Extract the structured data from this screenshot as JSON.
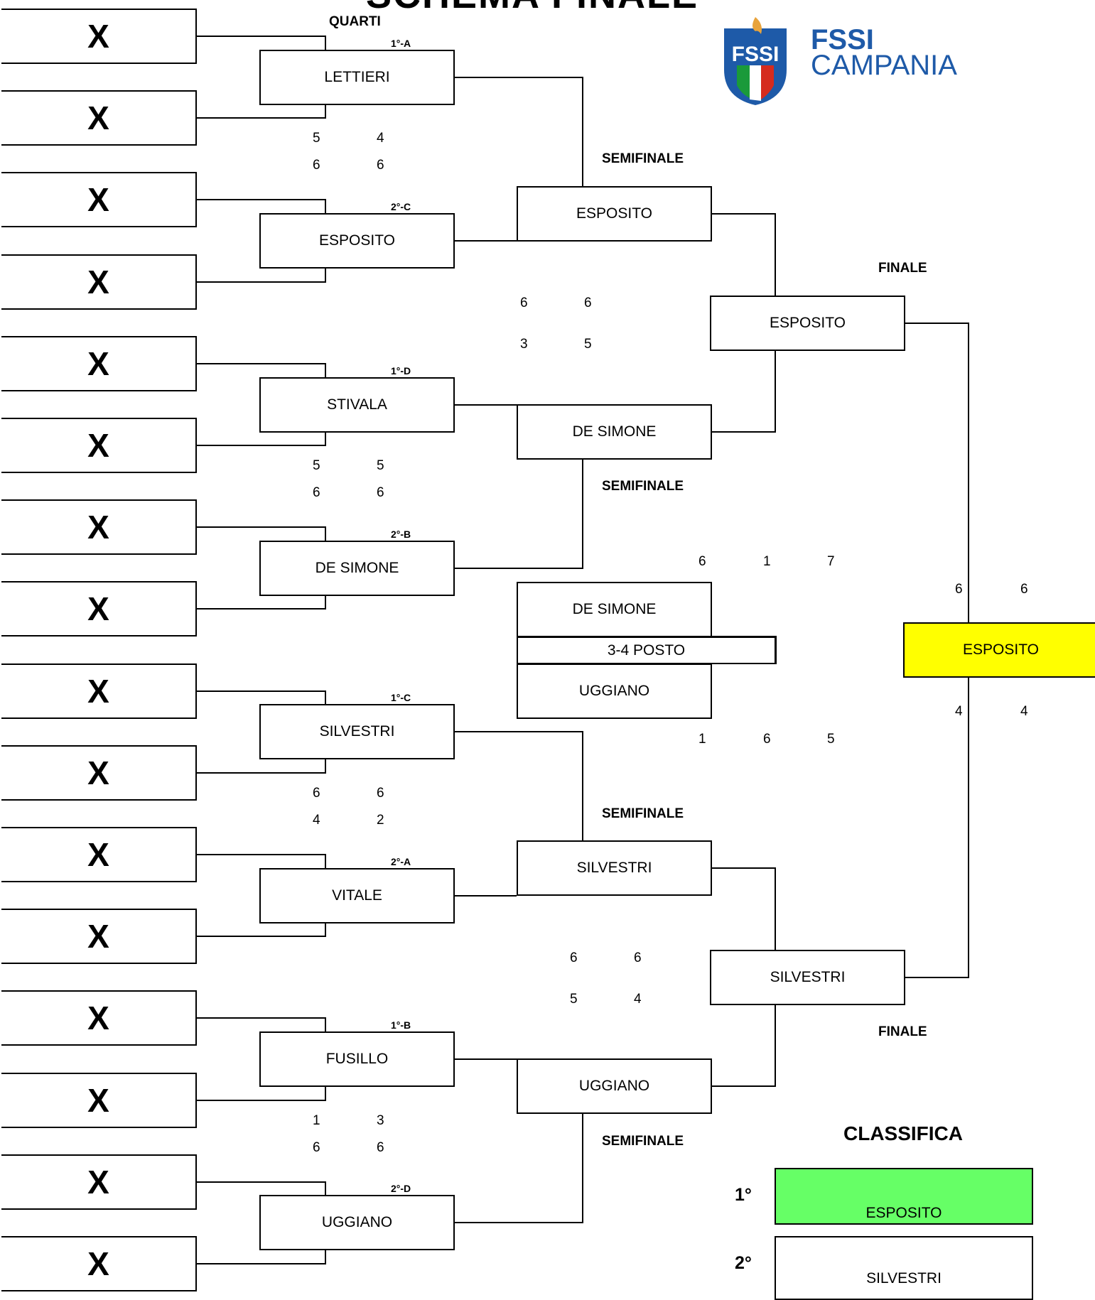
{
  "header": {
    "title": "SCHEMA FINALE",
    "logo_text_top": "FSSI",
    "logo_text_bottom": "CAMPANIA",
    "logo_shield_text": "FSSI"
  },
  "round_labels": {
    "quarti": "QUARTI",
    "semifinale": "SEMIFINALE",
    "finale": "FINALE",
    "third_place": "3-4 POSTO",
    "classifica": "CLASSIFICA"
  },
  "first_round": [
    "X",
    "X",
    "X",
    "X",
    "X",
    "X",
    "X",
    "X",
    "X",
    "X",
    "X",
    "X",
    "X",
    "X",
    "X",
    "X"
  ],
  "quarterfinals": [
    {
      "seed": "1°-A",
      "name": "LETTIERI"
    },
    {
      "seed": "2°-C",
      "name": "ESPOSITO"
    },
    {
      "seed": "1°-D",
      "name": "STIVALA"
    },
    {
      "seed": "2°-B",
      "name": "DE SIMONE"
    },
    {
      "seed": "1°-C",
      "name": "SILVESTRI"
    },
    {
      "seed": "2°-A",
      "name": "VITALE"
    },
    {
      "seed": "1°-B",
      "name": "FUSILLO"
    },
    {
      "seed": "2°-D",
      "name": "UGGIANO"
    }
  ],
  "quarter_scores": [
    {
      "a": [
        "5",
        "4"
      ],
      "b": [
        "6",
        "6"
      ]
    },
    {
      "a": [
        "5",
        "5"
      ],
      "b": [
        "6",
        "6"
      ]
    },
    {
      "a": [
        "6",
        "6"
      ],
      "b": [
        "4",
        "2"
      ]
    },
    {
      "a": [
        "1",
        "3"
      ],
      "b": [
        "6",
        "6"
      ]
    }
  ],
  "semifinals": [
    "ESPOSITO",
    "DE SIMONE",
    "SILVESTRI",
    "UGGIANO"
  ],
  "semi_scores": [
    {
      "a": [
        "6",
        "6"
      ],
      "b": [
        "3",
        "5"
      ]
    },
    {
      "a": [
        "6",
        "6"
      ],
      "b": [
        "5",
        "4"
      ]
    }
  ],
  "finals": [
    "ESPOSITO",
    "SILVESTRI"
  ],
  "final_scores": {
    "top": [
      "6",
      "6"
    ],
    "bottom": [
      "4",
      "4"
    ]
  },
  "champion": "ESPOSITO",
  "third_place": {
    "player_a": "DE SIMONE",
    "player_b": "UGGIANO",
    "scores_a": [
      "6",
      "1",
      "7"
    ],
    "scores_b": [
      "1",
      "6",
      "5"
    ]
  },
  "classifica": [
    {
      "pos": "1°",
      "name": "ESPOSITO"
    },
    {
      "pos": "2°",
      "name": "SILVESTRI"
    }
  ],
  "colors": {
    "champion_fill": "#ffff00",
    "first_place_fill": "#66ff66",
    "logo_blue": "#1e5aa8"
  }
}
